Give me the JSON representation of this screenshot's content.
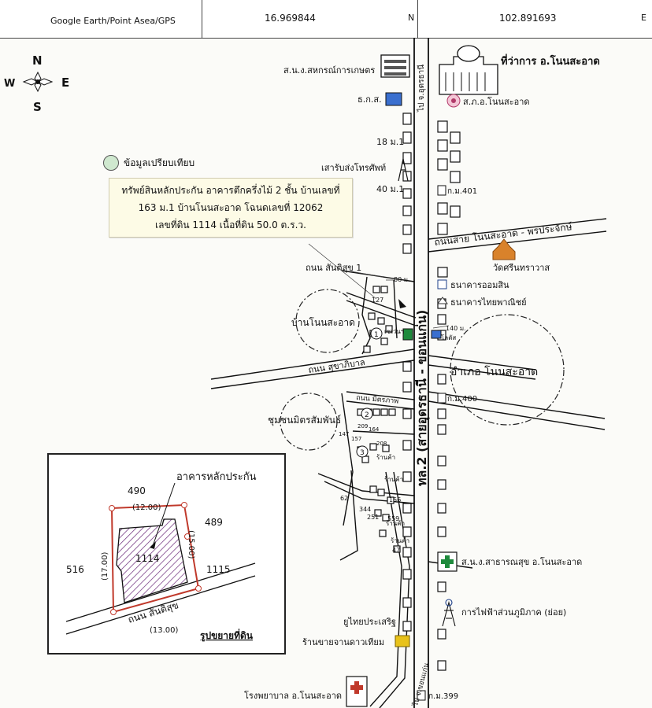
{
  "header": {
    "source": "Google Earth/Point Asea/GPS",
    "latitude": "16.969844",
    "lat_dir": "N",
    "longitude": "102.891693",
    "lon_dir": "E"
  },
  "compass": {
    "n": "N",
    "s": "S",
    "e": "E",
    "w": "W"
  },
  "legend": {
    "label": "ข้อมูลเปรียบเทียบ"
  },
  "callout": {
    "line1": "ทรัพย์สินหลักประกัน อาคารตึกครึ่งไม้ 2 ชั้น บ้านเลขที่",
    "line2": "163 ม.1 บ้านโนนสะอาด โฉนดเลขที่ 12062",
    "line3": "เลขที่ดิน 1114 เนื้อที่ดิน 50.0 ต.ร.ว."
  },
  "labels": {
    "coop": "ส.น.ง.สหกรณ์การเกษตร",
    "district_office": "ที่ว่าการ อ.โนนสะอาด",
    "baac": "ธ.ก.ส.",
    "police": "ส.ภ.อ.โนนสะอาด",
    "to_udon": "ไป จ.อุดรธานี",
    "m1_18": "18 ม.1",
    "tower": "เสารับส่งโทรศัพท์",
    "m1_40": "40 ม.1",
    "km401": "ก.ม.401",
    "road_phon": "ถนนสาย โนนสะอาด - พรประจักษ์",
    "temple": "วัดศรีนทราวาส",
    "soi_santisuk1": "ถนน สันติสุข 1",
    "d80": "80 ม.",
    "d127": "127",
    "d140": "140 ม.",
    "gsb": "ธนาคารออมสิน",
    "scb": "ธนาคารไทยพาณิชย์",
    "ban_non": "บ้านโนนสะอาด",
    "seven": "เซเว่นฯ",
    "lotus": "โลตัส",
    "amphoe": "อำเภอ โนนสะอาด",
    "road_sukhaphiban": "ถนน สุขาภิบาล",
    "highway": "ทล.2 (สายอุดรธานี - ขอนแก่น)",
    "km400": "ก.ม.400",
    "chumchon": "ชุมชนมิตรสัมพันธ์",
    "road_mittraphap": "ถนน มิตรภาพ",
    "pt1": "1",
    "pt2": "2",
    "pt3": "3",
    "n209": "209",
    "n164": "164",
    "n147": "147",
    "n157": "157",
    "n208": "208",
    "shop1": "ร้านค้า",
    "shop2": "ร้านค้า",
    "shop3": "ร้านค้า",
    "shop4": "ร้านค้า",
    "n62": "62",
    "n156": "156",
    "n344": "344",
    "n251": "251",
    "n559": "559",
    "n47": "47",
    "health": "ส.น.ง.สาธารณสุข อ.โนนสะอาด",
    "pea": "การไฟฟ้าส่วนภูมิภาค (ย่อย)",
    "thaiprasert": "ยูไทยประเสริฐ",
    "funeral": "ร้านขายจานดาวเทียม",
    "hospital": "โรงพยาบาล อ.โนนสะอาด",
    "to_khon": "ไป จ.ขอนแก่น",
    "km399": "ก.ม.399"
  },
  "inset": {
    "building_label": "อาคารหลักประกัน",
    "n490": "490",
    "n489": "489",
    "n516": "516",
    "n1115": "1115",
    "parcel": "1114",
    "side_top": "(12.00)",
    "side_right": "(15.00)",
    "side_left": "(17.00)",
    "side_bottom": "(13.00)",
    "road": "ถนน สันติสุข",
    "caption": "รูปขยายที่ดิน"
  },
  "colors": {
    "parcel_border": "#c0392b",
    "hatch": "#6b2a7a",
    "legend_fill": "#cfe8cf",
    "callout_bg": "#fdfbe6",
    "seven_green": "#1e8a3c",
    "temple_orange": "#d9822b",
    "shop_yellow": "#e8c21a"
  }
}
